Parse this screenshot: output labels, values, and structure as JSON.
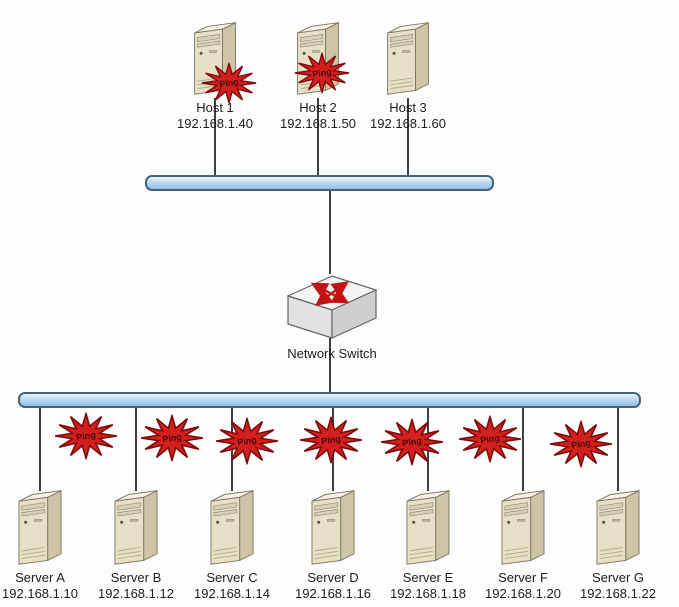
{
  "diagram": {
    "ping_label": "Ping",
    "switch": {
      "label": "Network Switch"
    },
    "hosts": [
      {
        "label": "Host 1",
        "ip": "192.168.1.40",
        "ping": true
      },
      {
        "label": "Host 2",
        "ip": "192.168.1.50",
        "ping": true
      },
      {
        "label": "Host 3",
        "ip": "192.168.1.60",
        "ping": false
      }
    ],
    "servers": [
      {
        "label": "Server A",
        "ip": "192.168.1.10",
        "ping": true
      },
      {
        "label": "Server B",
        "ip": "192.168.1.12",
        "ping": true
      },
      {
        "label": "Server C",
        "ip": "192.168.1.14",
        "ping": true
      },
      {
        "label": "Server D",
        "ip": "192.168.1.16",
        "ping": true
      },
      {
        "label": "Server E",
        "ip": "192.168.1.18",
        "ping": true
      },
      {
        "label": "Server F",
        "ip": "192.168.1.20",
        "ping": true
      },
      {
        "label": "Server G",
        "ip": "192.168.1.22",
        "ping": true
      }
    ],
    "colors": {
      "bus_fill": "#bddbf0",
      "bus_border": "#41647f",
      "ping_fill": "#d41f1f",
      "ping_outline": "#7e0b0b",
      "ping_text": "#470404",
      "line": "#3f3f3f",
      "tower_front": "#e7dfc6",
      "tower_side": "#cfc5a6",
      "tower_top": "#f7f3e4",
      "switch_arrow": "#c11515"
    }
  }
}
